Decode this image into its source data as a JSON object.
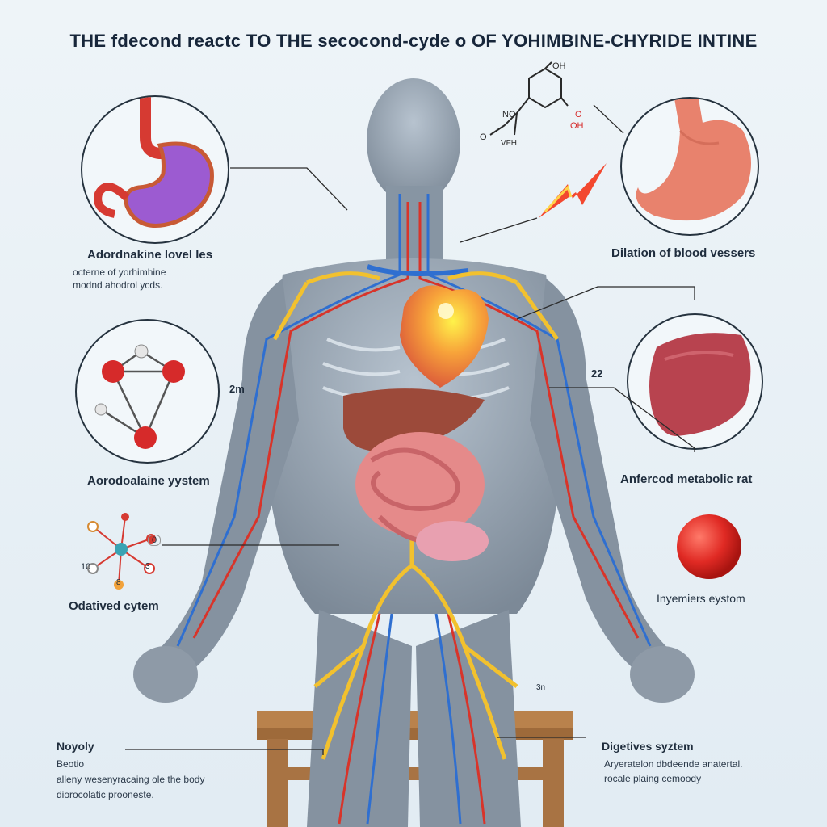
{
  "title": "THE fdecond reactc TO THE secocond-cyde o OF YOHIMBINE-CHYRIDE INTINE",
  "left_labels": {
    "stomach_label": "Adordnakine lovel les",
    "stomach_sub1": "octerne of yorhimhine",
    "stomach_sub2": "modnd ahodrol ycds.",
    "molecule_label": "Aorodoalaine yystem",
    "oxidative_label": "Odatived cytem",
    "molecule_num_2m": "2m"
  },
  "right_labels": {
    "dilation_label": "Dilation of blood vessers",
    "metabolic_label": "Anfercod metabolic rat",
    "injection_label": "Inyemiers eystom",
    "number_22": "22"
  },
  "bottom_left": {
    "heading": "Noyoly",
    "line1": "Beotio",
    "line2": "alleny wesenyracaing ole the body",
    "line3": "diorocolatic prooneste."
  },
  "bottom_right": {
    "heading": "Digetives syztem",
    "line1": "Aryeratelon dbdeende anatertal.",
    "line2": "rocale plaing cemoody"
  },
  "chem_labels": {
    "no": "NO",
    "o_left": "O",
    "vfh": "VFH",
    "oh_top": "OH",
    "oh_red": "OH",
    "o_right": "O"
  },
  "diagram_numbers": {
    "oxid_10": "10",
    "oxid_3": "3",
    "oxid_0": "0",
    "oxid_8": "8",
    "leg_3n": "3n"
  },
  "colors": {
    "nerve_yellow": "#f2c12e",
    "artery_red": "#d8342a",
    "vein_blue": "#2f6fd0",
    "body_gray": "#8d9aa8",
    "stomach_pink": "#e8826d",
    "liver_red": "#b8434f"
  }
}
